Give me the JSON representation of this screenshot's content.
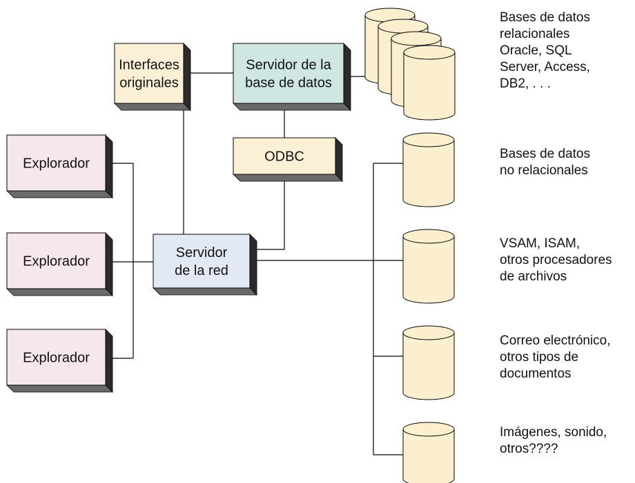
{
  "colors": {
    "browser_fill": "#f6e6ee",
    "tan_fill": "#fbf0d6",
    "db_server_fill": "#cfe6e3",
    "network_fill": "#e3e8f5",
    "cylinder_fill": "#fbefcf",
    "box_shadow": "#2b2b2b",
    "line": "#000000"
  },
  "boxes": {
    "legacy_interfaces": {
      "lines": [
        "Interfaces",
        "originales"
      ]
    },
    "db_server": {
      "lines": [
        "Servidor de la",
        "base de datos"
      ]
    },
    "odbc": {
      "lines": [
        "ODBC"
      ]
    },
    "network_server": {
      "lines": [
        "Servidor",
        "de la red"
      ]
    },
    "browsers": [
      {
        "lines": [
          "Explorador"
        ]
      },
      {
        "lines": [
          "Explorador"
        ]
      },
      {
        "lines": [
          "Explorador"
        ]
      }
    ]
  },
  "data_sources": [
    {
      "lines": [
        "Bases de datos",
        "relacionales",
        "Oracle, SQL",
        "Server, Access,",
        "DB2, . . ."
      ]
    },
    {
      "lines": [
        "Bases de datos",
        "no relacionales"
      ]
    },
    {
      "lines": [
        "VSAM, ISAM,",
        "otros procesadores",
        "de archivos"
      ]
    },
    {
      "lines": [
        "Correo electrónico,",
        "otros tipos de",
        "documentos"
      ]
    },
    {
      "lines": [
        "Imágenes, sonido,",
        "otros????"
      ]
    }
  ]
}
